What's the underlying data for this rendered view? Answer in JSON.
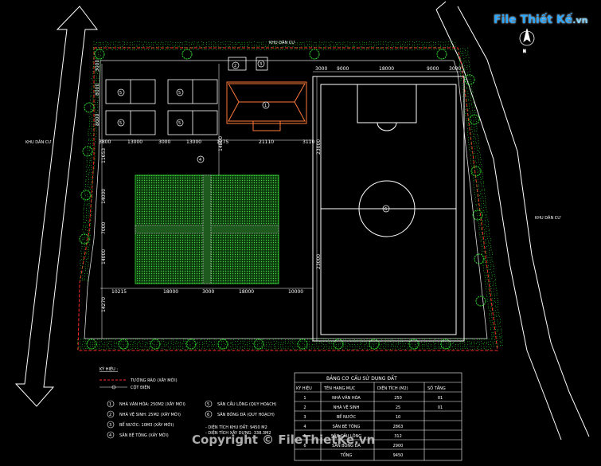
{
  "labels": {
    "top_residential": "KHU DÂN CƯ",
    "left_residential": "KHU DÂN CƯ",
    "right_residential": "KHU DÂN CƯ"
  },
  "dims": {
    "top": [
      "3000",
      "9000",
      "18000",
      "9000",
      "3000"
    ],
    "left_top": [
      "3000",
      "8000",
      "8000"
    ],
    "mid_row": [
      "3800",
      "13000",
      "3000",
      "13000",
      "1275",
      "21110",
      "3110"
    ],
    "left_side": [
      "11653",
      "14000",
      "7000",
      "14000"
    ],
    "field_left": [
      "23000",
      "23000"
    ],
    "center_col": [
      "14800"
    ],
    "bottom_row": [
      "10215",
      "18000",
      "3000",
      "18000",
      "10000"
    ],
    "bottom_left": [
      "14270"
    ]
  },
  "markers": [
    "1",
    "2",
    "3",
    "4",
    "5",
    "6"
  ],
  "legend": {
    "title": "KÝ HIỆU :",
    "items": [
      {
        "sym": "line",
        "text": "TƯỜNG RÀO (XÂY MỚI)"
      },
      {
        "sym": "dot",
        "text": "CỘT ĐIỆN"
      },
      {
        "sym": "1",
        "text": "NHÀ VĂN HÓA: 250M2 (XÂY MỚI)"
      },
      {
        "sym": "2",
        "text": "NHÀ VỆ SINH: 25M2 (XÂY MỚI)"
      },
      {
        "sym": "3",
        "text": "BỂ NƯỚC: 10M3 (XÂY MỚI)"
      },
      {
        "sym": "4",
        "text": "SÂN BÊ TÔNG (XÂY MỚI)"
      },
      {
        "sym": "5",
        "text": "SÂN CẦU LÔNG (QUY HOẠCH)"
      },
      {
        "sym": "6",
        "text": "SÂN BÓNG ĐÁ (QUY HOẠCH)"
      }
    ],
    "area_total": "- DIỆN TÍCH KHU ĐẤT: 9450 M2",
    "area_build": "- DIỆN TÍCH XÂY DỰNG: 338.3M2"
  },
  "table": {
    "title": "BẢNG CƠ CẤU SỬ DỤNG ĐẤT",
    "headers": [
      "KÝ HIỆU",
      "TÊN HẠNG MỤC",
      "DIỆN TÍCH (M2)",
      "SỐ TẦNG"
    ],
    "rows": [
      [
        "1",
        "NHÀ VĂN HÓA",
        "250",
        "01"
      ],
      [
        "2",
        "NHÀ VỆ SINH",
        "25",
        "01"
      ],
      [
        "3",
        "BỂ NƯỚC",
        "10",
        ""
      ],
      [
        "4",
        "SÂN BÊ TÔNG",
        "2863",
        ""
      ],
      [
        "5",
        "SÂN CẦU LÔNG",
        "312",
        ""
      ],
      [
        "6",
        "SÂN BÓNG ĐÁ",
        "2900",
        ""
      ],
      [
        "",
        "TỔNG",
        "9450",
        ""
      ]
    ]
  },
  "watermark": {
    "logo": "File Thiết Kế",
    "logo_domain": ".vn",
    "copyright": "Copyright © FileThietKe.vn"
  },
  "colors": {
    "background": "#000000",
    "line": "#ffffff",
    "boundary": "#ff2a2a",
    "tree": "#22cc22",
    "building": "#ff7a3c",
    "court": "#2dbb2d",
    "logo": "#2aa6ff"
  },
  "icons": {
    "north_arrow": "north-arrow-icon",
    "tree": "tree-icon"
  }
}
